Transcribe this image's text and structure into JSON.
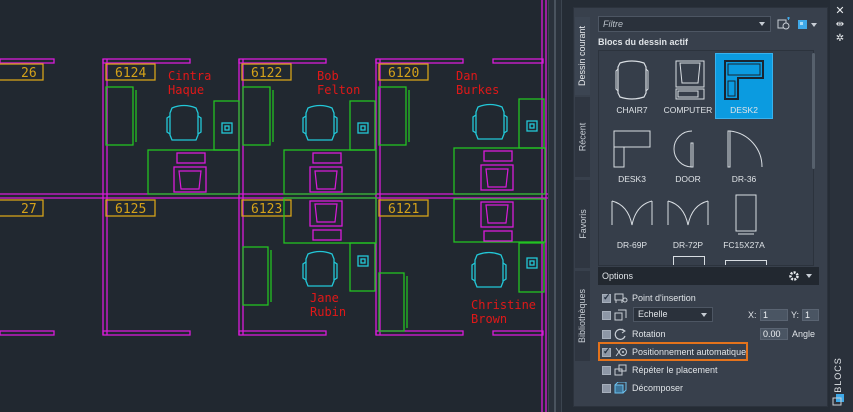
{
  "drawing": {
    "rooms": [
      {
        "number": "26",
        "partial": true
      },
      {
        "number": "6124"
      },
      {
        "number": "6122"
      },
      {
        "number": "6120"
      },
      {
        "number": "27",
        "partial": true
      },
      {
        "number": "6125"
      },
      {
        "number": "6123"
      },
      {
        "number": "6121"
      }
    ],
    "occupants": [
      {
        "first": "Cintra",
        "last": "Haque"
      },
      {
        "first": "Bob",
        "last": "Felton"
      },
      {
        "first": "Dan",
        "last": "Burkes"
      },
      {
        "first": "Jane",
        "last": "Rubin"
      },
      {
        "first": "Christine",
        "last": "Brown"
      }
    ],
    "colors": {
      "wall": "#d91bd9",
      "room_tag": "#d4a21a",
      "furniture": "#22c322",
      "chair": "#22c8d8",
      "name": "#e01818",
      "background": "#212830"
    }
  },
  "palette": {
    "tabs": [
      {
        "label": "Dessin courant",
        "active": true
      },
      {
        "label": "Récent",
        "active": false
      },
      {
        "label": "Favoris",
        "active": false
      },
      {
        "label": "Bibliothèques",
        "active": false
      }
    ],
    "filter_placeholder": "Filtre",
    "section_title": "Blocs du dessin actif",
    "blocks": [
      {
        "name": "CHAIR7",
        "icon": "chair-block-icon",
        "selected": false
      },
      {
        "name": "COMPUTER",
        "icon": "computer-block-icon",
        "selected": false
      },
      {
        "name": "DESK2",
        "icon": "desk-block-icon",
        "selected": true
      },
      {
        "name": "DESK3",
        "icon": "desk-block-icon",
        "selected": false
      },
      {
        "name": "DOOR",
        "icon": "door-block-icon",
        "selected": false
      },
      {
        "name": "DR-36",
        "icon": "door-block-icon",
        "selected": false
      },
      {
        "name": "DR-69P",
        "icon": "double-door-block-icon",
        "selected": false
      },
      {
        "name": "DR-72P",
        "icon": "double-door-block-icon",
        "selected": false
      },
      {
        "name": "FC15X27A",
        "icon": "file-cabinet-block-icon",
        "selected": false
      }
    ],
    "options": {
      "title": "Options",
      "insertion_point": {
        "label": "Point d'insertion",
        "checked": true
      },
      "scale": {
        "checked": false,
        "mode": "Echelle",
        "x_label": "X:",
        "x": "1",
        "y_label": "Y:",
        "y": "1"
      },
      "rotation": {
        "label": "Rotation",
        "checked": false,
        "value": "0.00",
        "angle_label": "Angle"
      },
      "auto_placement": {
        "label": "Positionnement automatique",
        "checked": true
      },
      "repeat_placement": {
        "label": "Répéter le placement",
        "checked": false
      },
      "explode": {
        "label": "Décomposer",
        "checked": false
      }
    },
    "panel_title": "BLOCS",
    "highlight_color": "#e4731c",
    "selection_color": "#0b9be0"
  }
}
